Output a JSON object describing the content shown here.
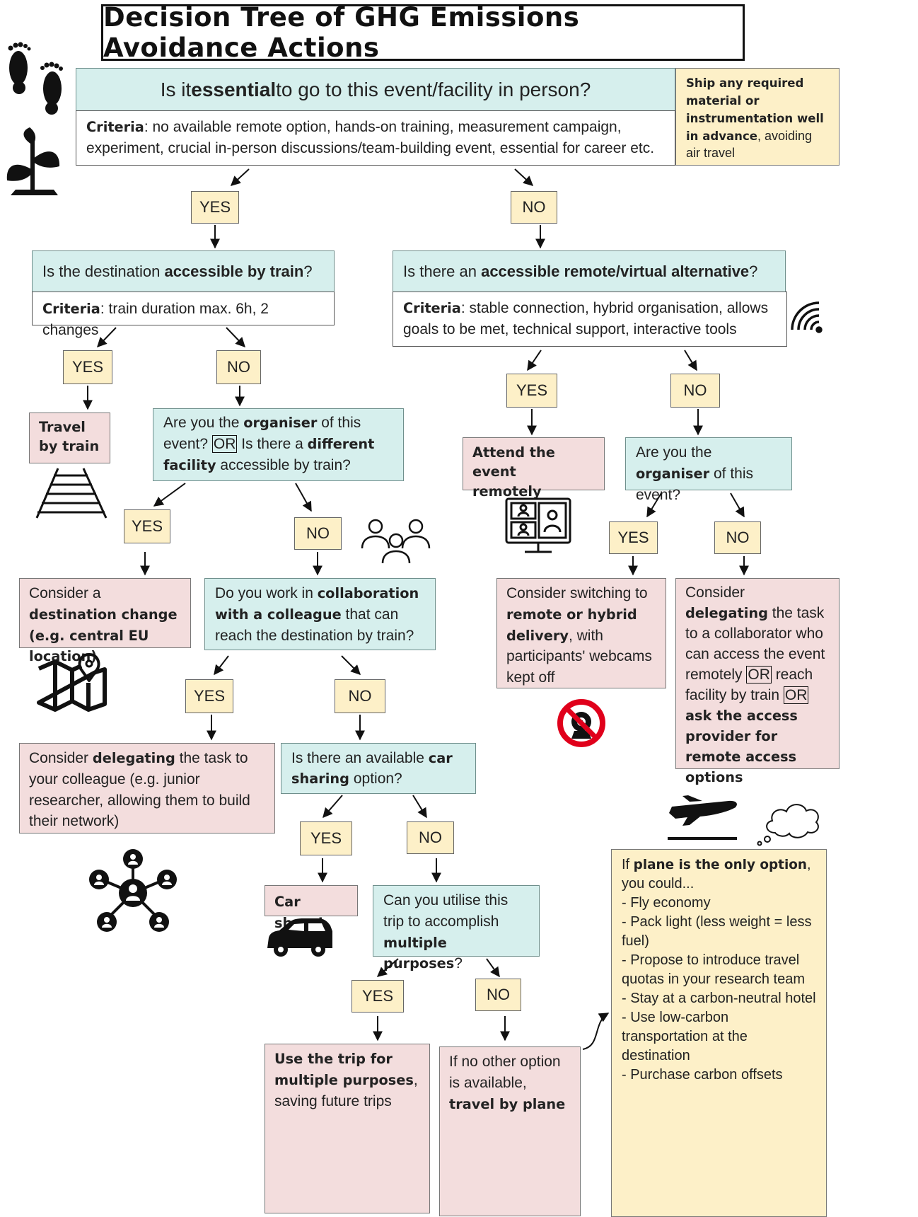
{
  "title": "Decision Tree of GHG Emissions Avoidance Actions",
  "labels": {
    "yes": "YES",
    "no": "NO",
    "or": "OR"
  },
  "q1": {
    "pre": "Is it ",
    "bold": "essential",
    "post": " to go to this event/facility in person?",
    "criteria_label": "Criteria",
    "criteria": ": no available remote option, hands-on training, measurement campaign, experiment, crucial in-person discussions/team-building event, essential for career etc."
  },
  "ship_note": {
    "bold": "Ship any required material or instrumentation well in advance",
    "text": ", avoiding air travel"
  },
  "q_train": {
    "pre": "Is the destination ",
    "bold": "accessible by train",
    "post": "?",
    "criteria_label": "Criteria",
    "criteria": ": train duration max. 6h, 2 changes"
  },
  "q_remote": {
    "pre": "Is there an ",
    "bold": "accessible remote/virtual alternative",
    "post": "?",
    "criteria_label": "Criteria",
    "criteria": ": stable connection, hybrid organisation, allows goals to be met, technical support, interactive tools"
  },
  "travel_train": {
    "line1": "Travel",
    "line2": "by train"
  },
  "q_organiser_facility": {
    "t1": "Are you the ",
    "b1": "organiser",
    "t2": " of this event? ",
    "t3": " Is there a ",
    "b2": "different facility",
    "t4": " accessible by train?"
  },
  "attend_remote": {
    "line1": "Attend the event",
    "line2": "remotely"
  },
  "q_organiser": {
    "t1": "Are you the ",
    "b1": "organiser",
    "t2": " of this event?"
  },
  "dest_change": {
    "t1": "Consider a ",
    "b1": "destination change (e.g. central EU location)"
  },
  "q_colleague": {
    "t1": "Do you work in ",
    "b1": "collaboration with a colleague",
    "t2": " that can reach the destination by train?"
  },
  "remote_delivery": {
    "t1": "Consider switching to ",
    "b1": "remote or hybrid delivery",
    "t2": ", with participants' webcams kept off"
  },
  "delegate_collab": {
    "t1": "Consider ",
    "b1": "delegating",
    "t2": " the task to a collaborator who can access the event remotely ",
    "t3": " reach facility by train ",
    "b2": "ask the access provider for remote access options"
  },
  "delegate_colleague": {
    "t1": "Consider ",
    "b1": "delegating",
    "t2": " the task to your colleague (e.g. junior researcher, allowing them to build their network)"
  },
  "q_car": {
    "t1": "Is there an available ",
    "b1": "car sharing",
    "t2": " option?"
  },
  "car_share": {
    "b1": "Car share!"
  },
  "q_multi": {
    "t1": "Can you utilise this trip to accomplish ",
    "b1": "multiple purposes",
    "t2": "?"
  },
  "use_trip": {
    "b1": "Use the trip for multiple purposes",
    "t1": ", saving future trips"
  },
  "plane_only": {
    "t1": "If no other option is available, ",
    "b1": "travel by plane"
  },
  "plane_tips": {
    "t1": "If ",
    "b1": "plane is the only option",
    "t2": ", you could...",
    "items": [
      "- Fly economy",
      "- Pack light (less weight = less fuel)",
      "- Propose to introduce travel quotas in your research team",
      "- Stay at a carbon-neutral hotel",
      "- Use low-carbon transportation at the destination",
      "- Purchase carbon offsets"
    ]
  },
  "icons": [
    "footprints-icon",
    "seedling-icon",
    "railway-track-icon",
    "map-pin-icon",
    "people-group-icon",
    "network-icon",
    "car-icon",
    "video-call-icon",
    "wifi-icon",
    "no-webcam-icon",
    "airplane-icon",
    "cloud-icon"
  ],
  "colors": {
    "question": "#d6efed",
    "answer": "#fdf0c8",
    "action": "#f3dddd",
    "note": "#fdf0c8"
  }
}
